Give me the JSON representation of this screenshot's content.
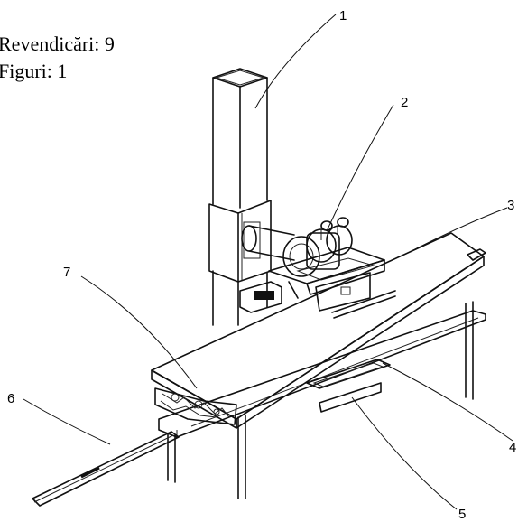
{
  "header": {
    "claims": "Revendicări: 9",
    "figures": "Figuri: 1"
  },
  "callouts": [
    "1",
    "2",
    "3",
    "4",
    "5",
    "6",
    "7"
  ]
}
